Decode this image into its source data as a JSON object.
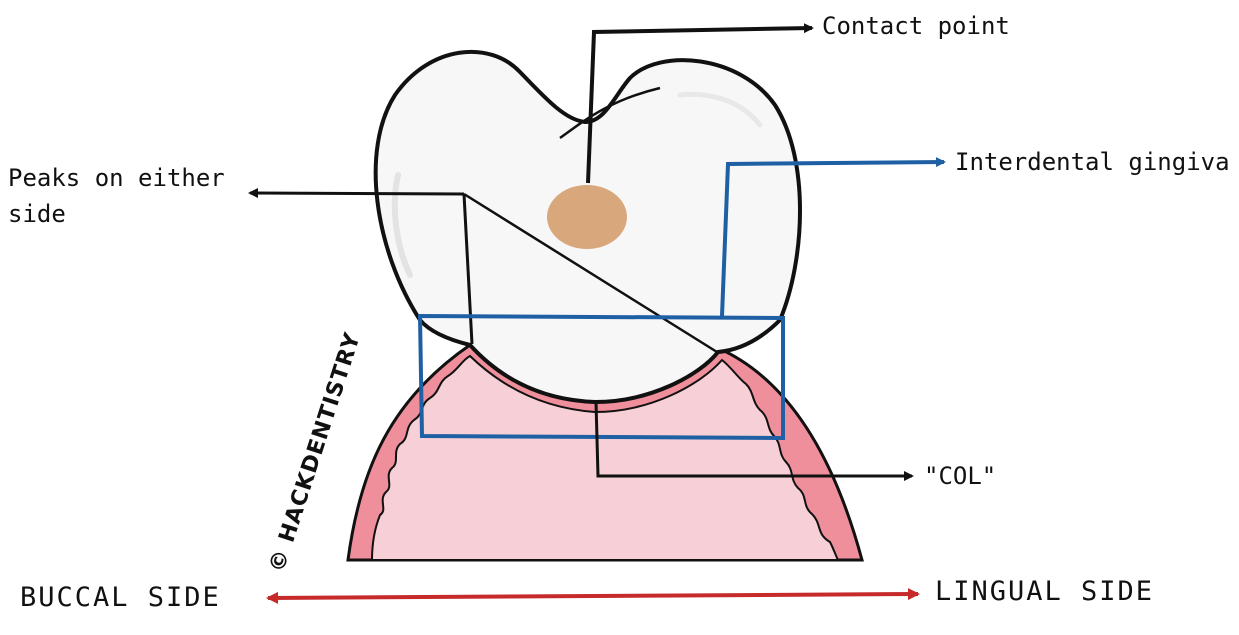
{
  "labels": {
    "contact_point": "Contact point",
    "interdental_gingiva": "Interdental gingiva",
    "peaks": "Peaks on either side",
    "col": "\"COL\"",
    "buccal": "BUCCAL SIDE",
    "lingual": "LINGUAL SIDE"
  },
  "watermark": "© HACKDENTISTRY",
  "colors": {
    "outline": "#111111",
    "tooth": "#f7f7f7",
    "gingiva_dark": "#ef8f9c",
    "gingiva_light": "#f6d0d6",
    "contact": "#d9a77c",
    "box": "#1f5fa4",
    "arrow_red": "#c62a2a"
  }
}
